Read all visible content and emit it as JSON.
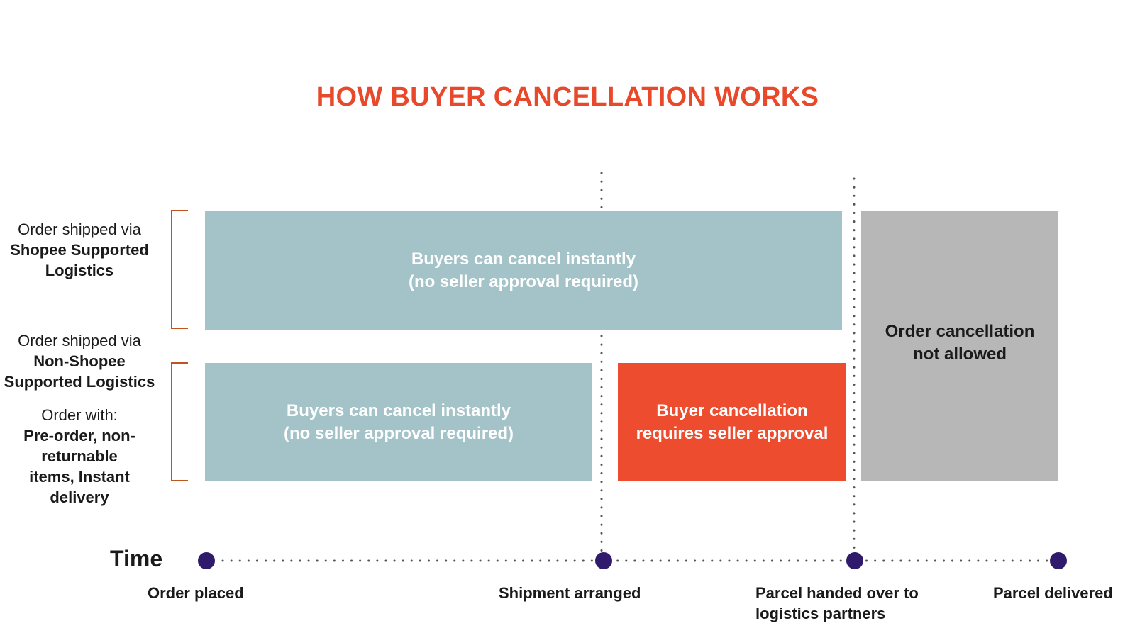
{
  "title": "HOW BUYER CANCELLATION WORKS",
  "colors": {
    "title": "#e8492a",
    "bracket": "#c0541e",
    "allowed_box": "#a3c3c8",
    "approval_box": "#ee4c2e",
    "not_allowed_box": "#b7b7b7",
    "timeline_dot": "#2f1a6b",
    "dotted_line": "#555555"
  },
  "rows": {
    "row1": {
      "label_prefix": "Order shipped via",
      "label_bold": "Shopee Supported Logistics"
    },
    "row2": {
      "label_prefix": "Order shipped via",
      "label_bold": "Non-Shopee Supported Logistics",
      "label_prefix2": "Order with:",
      "label_bold2": "Pre-order, non-returnable items, Instant delivery"
    }
  },
  "boxes": {
    "row1_instant": {
      "line1": "Buyers can cancel instantly",
      "line2": "(no seller approval required)"
    },
    "row2_instant": {
      "line1": "Buyers can cancel instantly",
      "line2": "(no seller approval required)"
    },
    "row2_approval": {
      "line1": "Buyer cancellation",
      "line2": "requires seller approval"
    },
    "not_allowed": {
      "line1": "Order cancellation",
      "line2": "not allowed"
    }
  },
  "timeline": {
    "label": "Time",
    "milestones": [
      {
        "label": "Order placed"
      },
      {
        "label": "Shipment arranged"
      },
      {
        "line1": "Parcel handed over to",
        "line2": "logistics partners"
      },
      {
        "label": "Parcel delivered"
      }
    ]
  }
}
